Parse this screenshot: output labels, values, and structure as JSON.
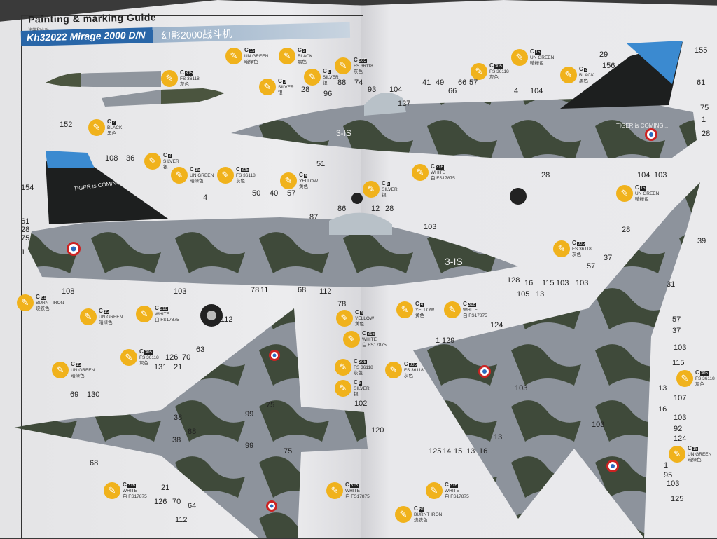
{
  "header": {
    "title": "Painting & marking Guide",
    "subtitle_cn": "涂装和水贴",
    "kit": "Kh32022 Mirage 2000 D/N",
    "kit_cn": "幻影2000战斗机"
  },
  "paints": {
    "c305": {
      "code": "305",
      "name": "FS 36118",
      "cn": "灰色"
    },
    "c15": {
      "code": "15",
      "name": "UN GREEN",
      "cn": "暗绿色"
    },
    "c2": {
      "code": "2",
      "name": "BLACK",
      "cn": "黑色"
    },
    "c8": {
      "code": "8",
      "name": "SILVER",
      "cn": "银"
    },
    "c316": {
      "code": "316",
      "name": "WHITE",
      "cn": "白 FS17875"
    },
    "c4": {
      "code": "4",
      "name": "YELLOW",
      "cn": "黄色"
    },
    "c61": {
      "code": "61",
      "name": "BURNT IRON",
      "cn": "烧铁色"
    }
  },
  "tail_art": {
    "text1": "TIGER",
    "text2": "is",
    "text3": "COMING..."
  },
  "serial": "3-IS",
  "callout_numbers": [
    "152",
    "108",
    "36",
    "154",
    "61",
    "28",
    "75",
    "1",
    "108",
    "103",
    "4",
    "78",
    "50",
    "40",
    "57",
    "87",
    "86",
    "12",
    "28",
    "103",
    "68",
    "112",
    "78",
    "11",
    "88",
    "74",
    "93",
    "104",
    "28",
    "96",
    "51",
    "41",
    "49",
    "66",
    "66",
    "57",
    "127",
    "4",
    "104",
    "29",
    "156",
    "155",
    "61",
    "75",
    "1",
    "28",
    "104",
    "103",
    "28",
    "28",
    "39",
    "37",
    "57",
    "31",
    "128",
    "105",
    "16",
    "13",
    "115",
    "103",
    "103",
    "124",
    "129",
    "1",
    "103",
    "57",
    "37",
    "103",
    "115",
    "13",
    "107",
    "16",
    "103",
    "92",
    "124",
    "1",
    "95",
    "103",
    "125",
    "125",
    "14",
    "15",
    "13",
    "16",
    "13",
    "103",
    "112",
    "63",
    "126",
    "70",
    "131",
    "21",
    "69",
    "130",
    "68",
    "38",
    "88",
    "38",
    "99",
    "75",
    "99",
    "75",
    "102",
    "120",
    "21",
    "126",
    "70",
    "64",
    "112"
  ]
}
